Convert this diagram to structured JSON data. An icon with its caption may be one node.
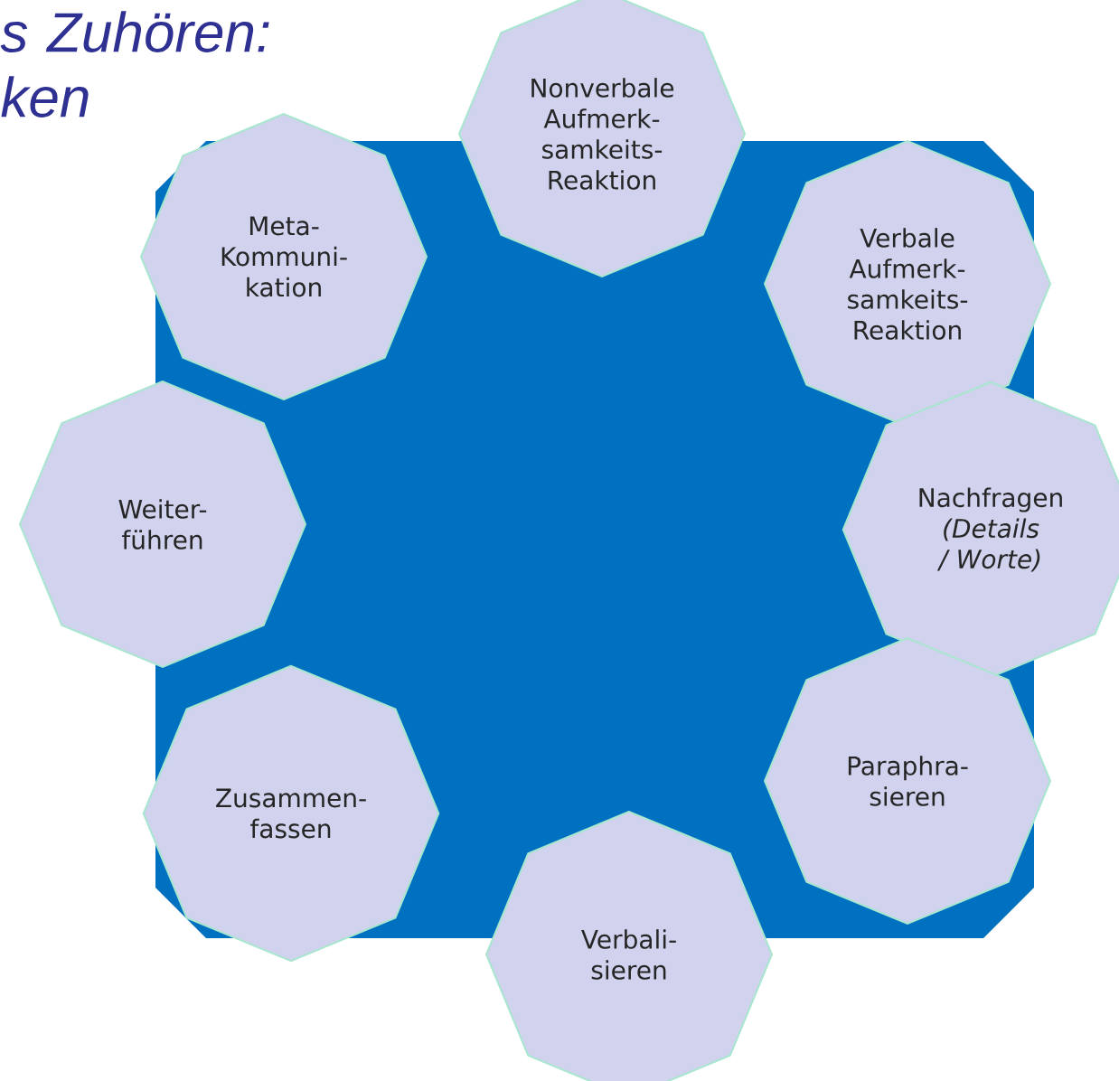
{
  "diagram": {
    "title": "s Zuhören: ken",
    "nodes": [
      {
        "text": [
          "Nonverbale Aufmerk- samkeits- Reaktion"
        ]
      },
      {
        "text": [
          "Meta- Kommuni- kation"
        ]
      },
      {
        "text": [
          "Verbale Aufmerk- samkeits- Reaktion"
        ]
      },
      {
        "text": [
          "Weiter- führen"
        ]
      },
      {
        "text": [
          "Nachfragen",
          "(Details / Worte)"
        ]
      },
      {
        "text": [
          "Zusammen- fassen"
        ]
      },
      {
        "text": [
          "Paraphra- sieren"
        ]
      },
      {
        "text": [
          "Verbali- sieren"
        ]
      }
    ]
  }
}
